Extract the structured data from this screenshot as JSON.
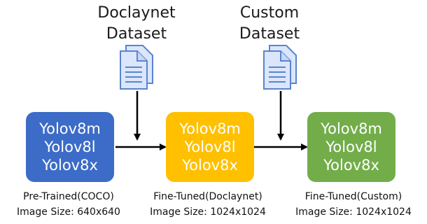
{
  "datasets": [
    {
      "line1": "Doclaynet",
      "line2": "Dataset",
      "icon": "document-icon"
    },
    {
      "line1": "Custom",
      "line2": "Dataset",
      "icon": "document-icon"
    }
  ],
  "stages": [
    {
      "models": [
        "Yolov8m",
        "Yolov8l",
        "Yolov8x"
      ],
      "color": "#3c6cc7",
      "text_color": "#ffffff",
      "caption1": "Pre-Trained(COCO)",
      "caption2": "Image Size: 640x640"
    },
    {
      "models": [
        "Yolov8m",
        "Yolov8l",
        "Yolov8x"
      ],
      "color": "#ffc000",
      "text_color": "#ffffff",
      "caption1": "Fine-Tuned(Doclaynet)",
      "caption2": "Image Size: 1024x1024"
    },
    {
      "models": [
        "Yolov8m",
        "Yolov8l",
        "Yolov8x"
      ],
      "color": "#72ad4a",
      "text_color": "#ffffff",
      "caption1": "Fine-Tuned(Custom)",
      "caption2": "Image Size: 1024x1024"
    }
  ]
}
